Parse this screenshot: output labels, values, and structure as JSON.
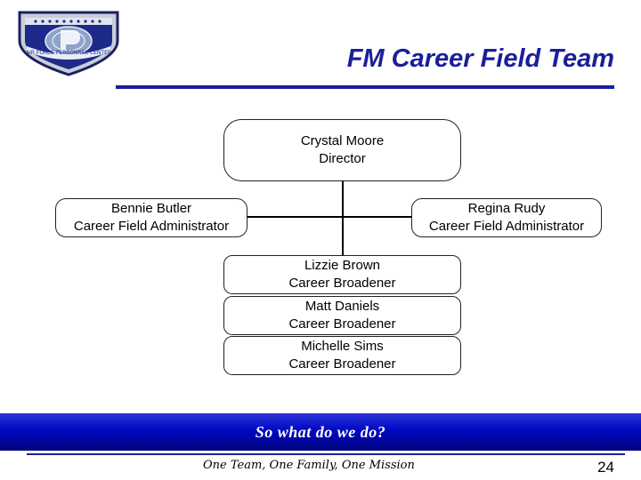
{
  "slide": {
    "title": "FM Career Field Team",
    "shield_text": "AIR FORCE PERSONNEL CENTER",
    "banner_text": "So what do we do?",
    "motto": "One Team, One Family, One Mission",
    "page_number": "24",
    "colors": {
      "title": "#1a1f9a",
      "banner": "#0008c4",
      "rule": "#1a1f9a"
    }
  },
  "org_chart": {
    "director": {
      "name": "Crystal Moore",
      "role": "Director"
    },
    "administrators": [
      {
        "name": "Bennie Butler",
        "role": "Career Field Administrator"
      },
      {
        "name": "Regina Rudy",
        "role": "Career Field Administrator"
      }
    ],
    "broadeners": [
      {
        "name": "Lizzie Brown",
        "role": "Career Broadener"
      },
      {
        "name": "Matt Daniels",
        "role": "Career Broadener"
      },
      {
        "name": "Michelle Sims",
        "role": "Career Broadener"
      }
    ]
  }
}
